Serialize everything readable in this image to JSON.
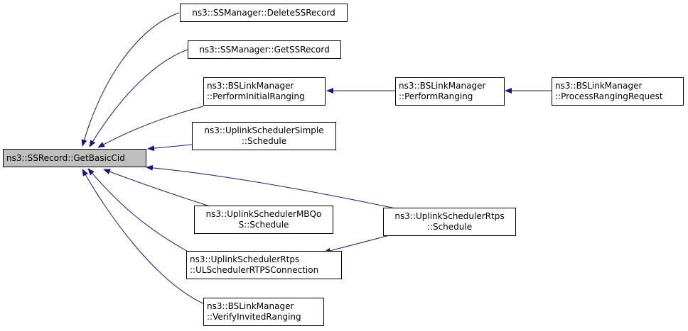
{
  "diagram": {
    "root": {
      "label": "ns3::SSRecord::GetBasicCid"
    },
    "nodes": {
      "delete_ss_record": {
        "lines": [
          "ns3::SSManager::DeleteSSRecord"
        ]
      },
      "get_ss_record": {
        "lines": [
          "ns3::SSManager::GetSSRecord"
        ]
      },
      "perform_initial_ranging": {
        "lines": [
          "ns3::BSLinkManager",
          "::PerformInitialRanging"
        ]
      },
      "perform_ranging": {
        "lines": [
          "ns3::BSLinkManager",
          "::PerformRanging"
        ]
      },
      "process_ranging_request": {
        "lines": [
          "ns3::BSLinkManager",
          "::ProcessRangingRequest"
        ]
      },
      "uplink_simple_schedule": {
        "lines": [
          "ns3::UplinkSchedulerSimple",
          "::Schedule"
        ]
      },
      "uplink_mbqos_schedule": {
        "lines": [
          "ns3::UplinkSchedulerMBQo",
          "S::Schedule"
        ]
      },
      "uplink_rtps_schedule": {
        "lines": [
          "ns3::UplinkSchedulerRtps",
          "::Schedule"
        ]
      },
      "uplink_rtps_connection": {
        "lines": [
          "ns3::UplinkSchedulerRtps",
          "::ULSchedulerRTPSConnection"
        ]
      },
      "verify_invited_ranging": {
        "lines": [
          "ns3::BSLinkManager",
          "::VerifyInvitedRanging"
        ]
      }
    },
    "edge_color": "#191970",
    "border_color": "#000000",
    "root_fill": "#bfbfbf"
  }
}
